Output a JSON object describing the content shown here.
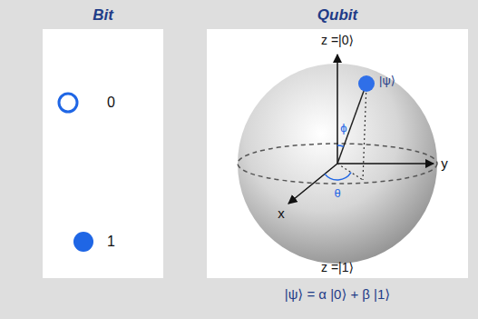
{
  "diagram": {
    "nodes": [
      {
        "text": [
          "Bit"
        ]
      },
      {
        "text": [
          "Qubit"
        ]
      }
    ],
    "labels": [
      "0",
      "1",
      "z =|0⟩",
      "|ψ⟩",
      "ϕ",
      "y",
      "x",
      "θ",
      "z =|1⟩",
      "|ψ⟩ = α |0⟩ + β |1⟩"
    ]
  }
}
